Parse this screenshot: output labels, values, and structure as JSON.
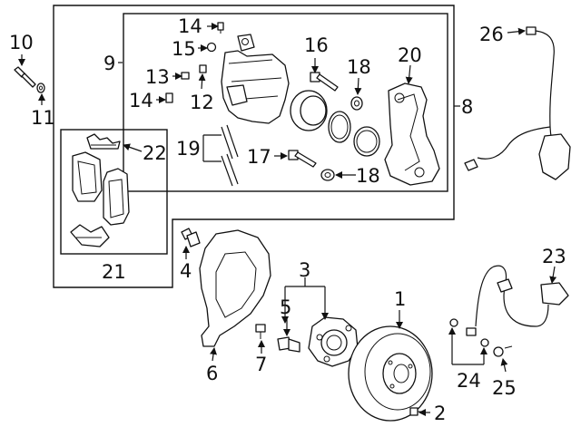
{
  "diagram": {
    "callouts": [
      {
        "id": "c1",
        "text": "1"
      },
      {
        "id": "c2",
        "text": "2"
      },
      {
        "id": "c3",
        "text": "3"
      },
      {
        "id": "c4",
        "text": "4"
      },
      {
        "id": "c5",
        "text": "5"
      },
      {
        "id": "c6",
        "text": "6"
      },
      {
        "id": "c7",
        "text": "7"
      },
      {
        "id": "c8",
        "text": "8"
      },
      {
        "id": "c9",
        "text": "9"
      },
      {
        "id": "c10",
        "text": "10"
      },
      {
        "id": "c11",
        "text": "11"
      },
      {
        "id": "c12",
        "text": "12"
      },
      {
        "id": "c13",
        "text": "13"
      },
      {
        "id": "c14a",
        "text": "14"
      },
      {
        "id": "c14b",
        "text": "14"
      },
      {
        "id": "c15",
        "text": "15"
      },
      {
        "id": "c16",
        "text": "16"
      },
      {
        "id": "c17",
        "text": "17"
      },
      {
        "id": "c18a",
        "text": "18"
      },
      {
        "id": "c18b",
        "text": "18"
      },
      {
        "id": "c19",
        "text": "19"
      },
      {
        "id": "c20",
        "text": "20"
      },
      {
        "id": "c21",
        "text": "21"
      },
      {
        "id": "c22",
        "text": "22"
      },
      {
        "id": "c23",
        "text": "23"
      },
      {
        "id": "c24",
        "text": "24"
      },
      {
        "id": "c25",
        "text": "25"
      },
      {
        "id": "c26",
        "text": "26"
      }
    ]
  }
}
